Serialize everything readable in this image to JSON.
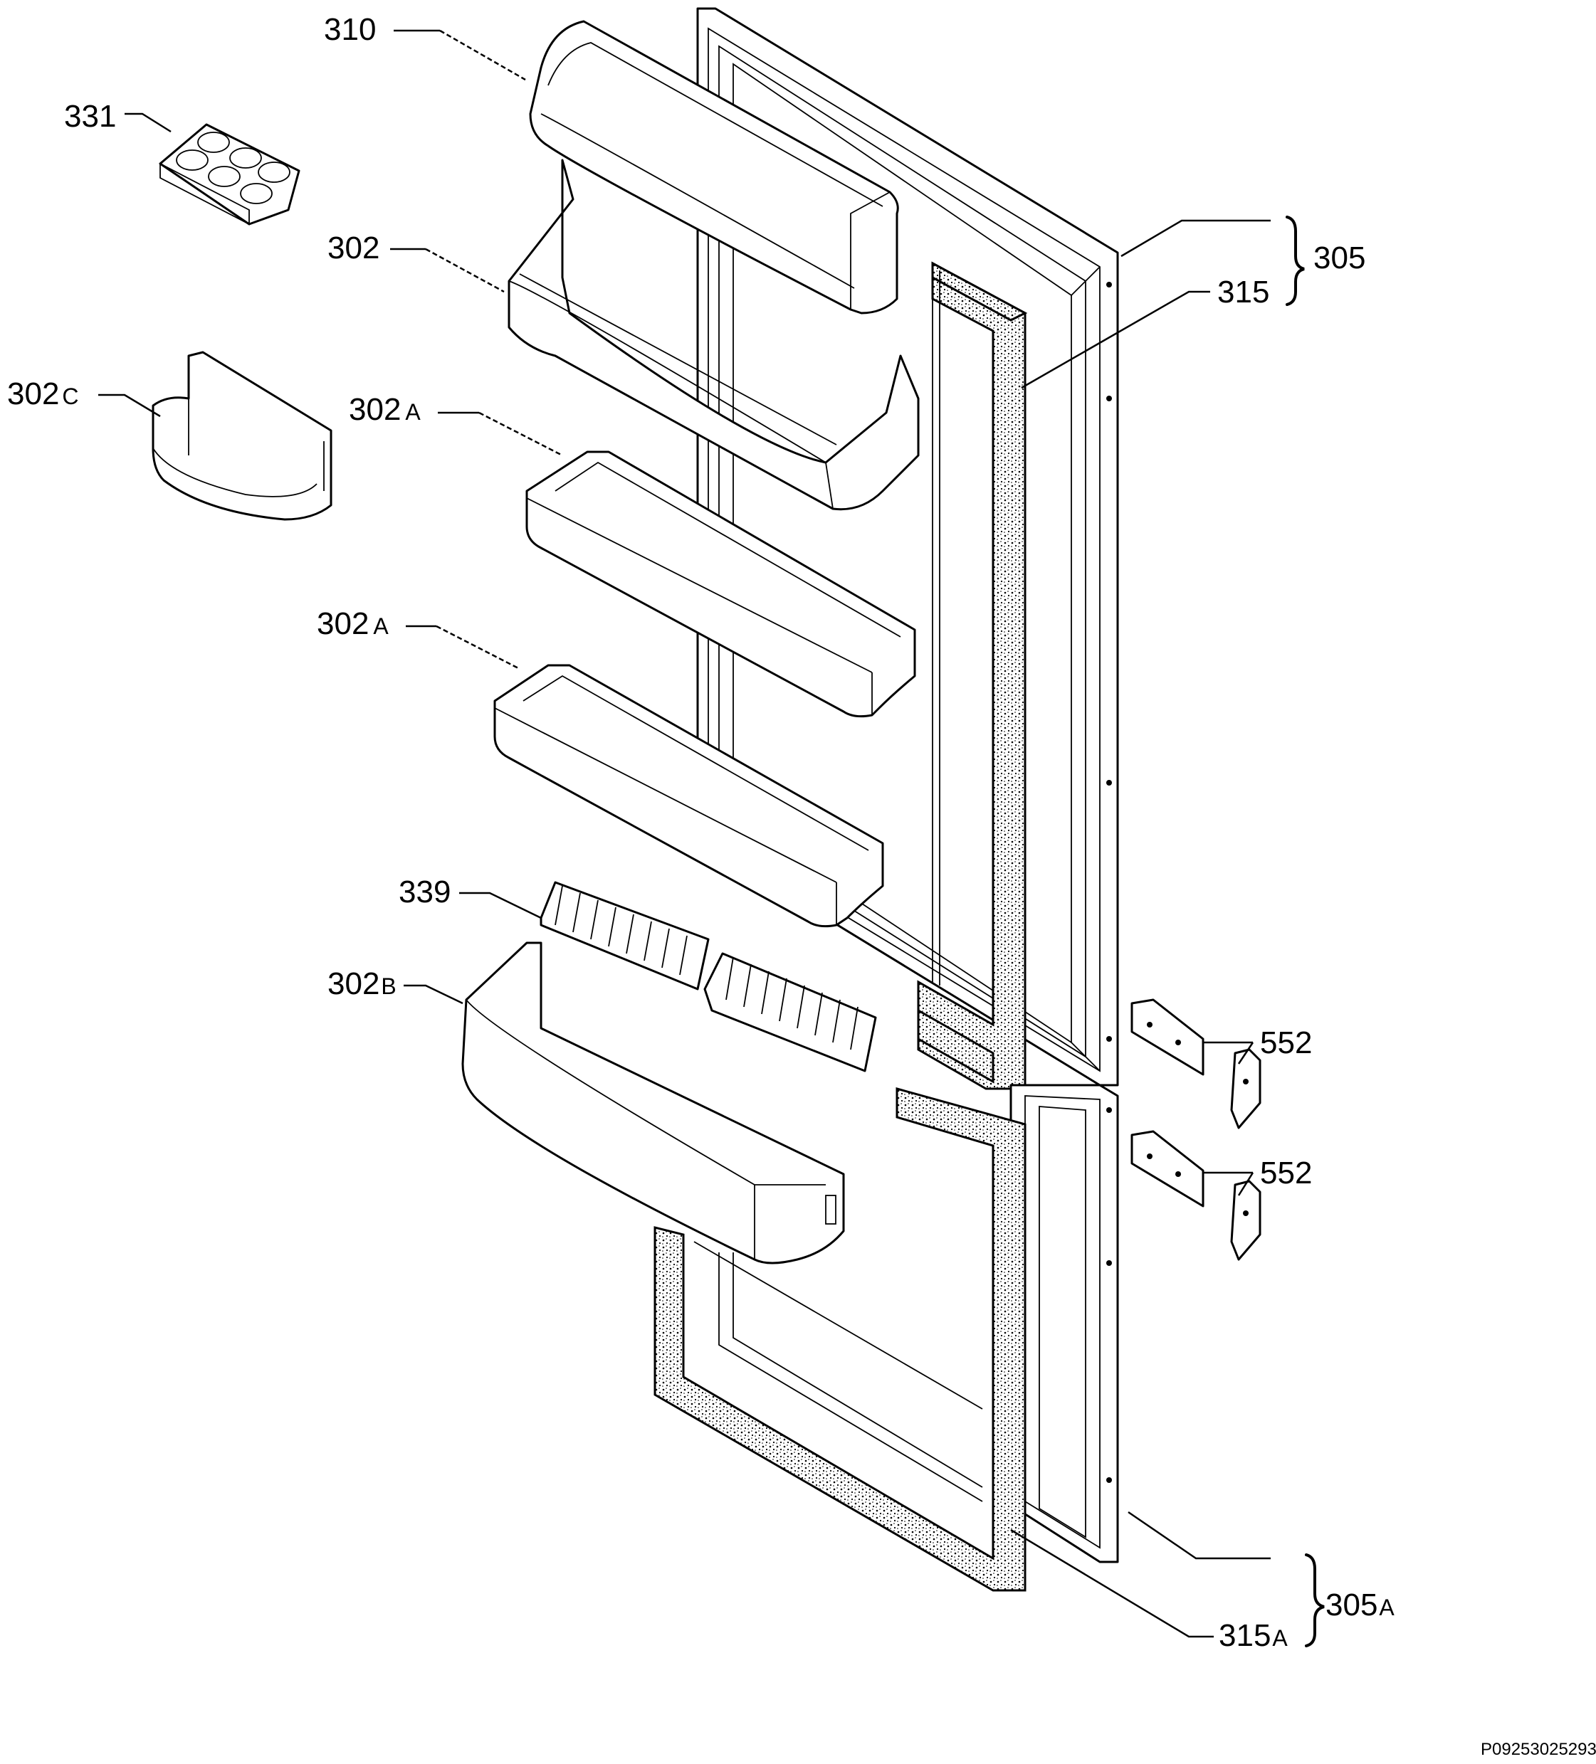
{
  "labels": {
    "p310": "310",
    "p331": "331",
    "p302": "302",
    "p302c": {
      "num": "302",
      "suffix": "C"
    },
    "p302a_1": {
      "num": "302",
      "suffix": "A"
    },
    "p302a_2": {
      "num": "302",
      "suffix": "A"
    },
    "p339": "339",
    "p302b": {
      "num": "302",
      "suffix": "B"
    },
    "p305": "305",
    "p315": "315",
    "p552_1": "552",
    "p552_2": "552",
    "p305a": {
      "num": "305",
      "suffix": "A"
    },
    "p315a": {
      "num": "315",
      "suffix": "A"
    }
  },
  "drawing_code": "P09253025293"
}
